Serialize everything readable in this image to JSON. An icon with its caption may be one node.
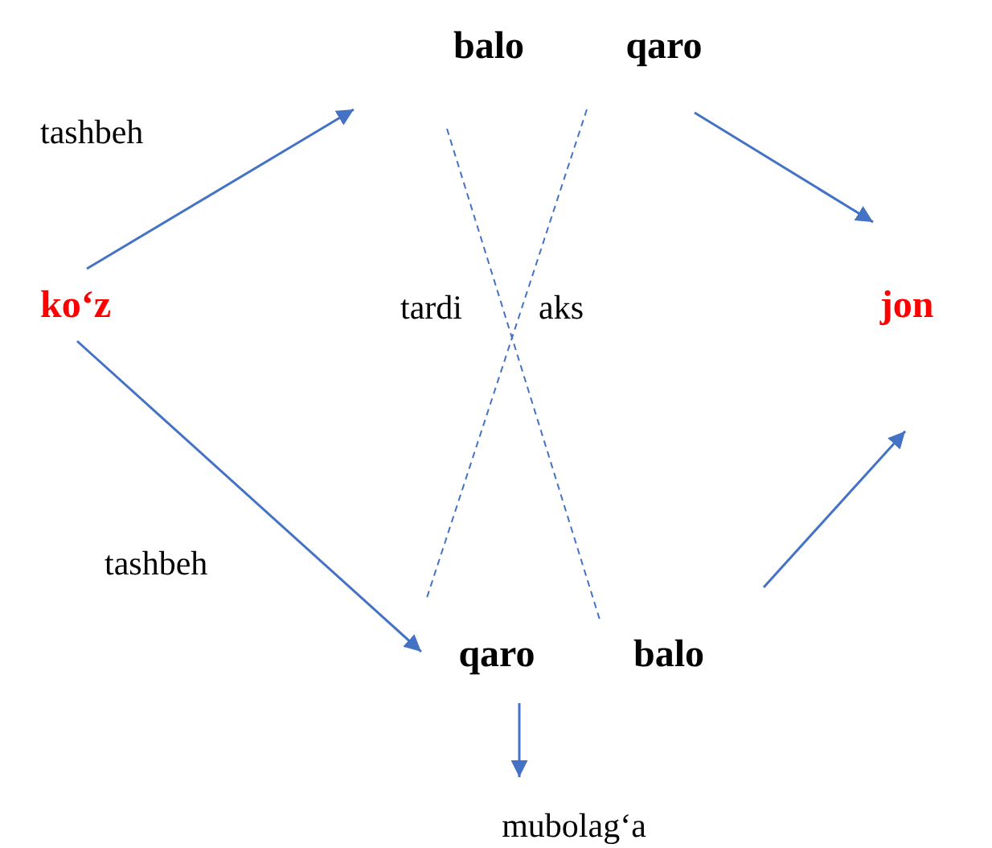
{
  "diagram": {
    "nodes": [
      {
        "text": [
          "ko‘z"
        ]
      },
      {
        "text": [
          "balo"
        ]
      },
      {
        "text": [
          "qaro"
        ]
      },
      {
        "text": [
          "jon"
        ]
      },
      {
        "text": [
          "qaro"
        ]
      },
      {
        "text": [
          "balo"
        ]
      },
      {
        "text": [
          "mubolag‘a"
        ]
      }
    ],
    "edges": [
      {
        "from": 0,
        "to": 1,
        "arrow": "to"
      },
      {
        "from": 2,
        "to": 3,
        "arrow": "to"
      },
      {
        "from": 0,
        "to": 4,
        "arrow": "to"
      },
      {
        "from": 5,
        "to": 3,
        "arrow": "to"
      },
      {
        "from": 4,
        "to": 6,
        "arrow": "to"
      },
      {
        "from": 1,
        "to": 5,
        "arrow": "none",
        "style": "dashed"
      },
      {
        "from": 2,
        "to": 4,
        "arrow": "none",
        "style": "dashed"
      }
    ],
    "labels": [
      "tashbeh",
      "tardi",
      "aks",
      "tashbeh"
    ]
  }
}
